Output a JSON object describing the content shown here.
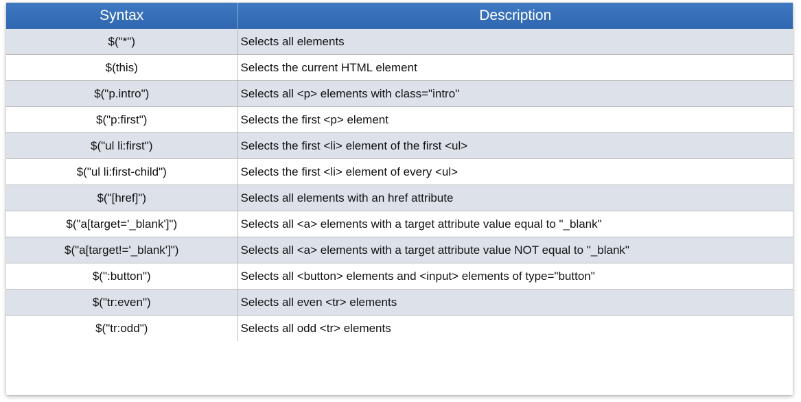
{
  "table": {
    "headers": [
      "Syntax",
      "Description"
    ],
    "rows": [
      [
        "$(\"*\")",
        "Selects all elements"
      ],
      [
        "$(this)",
        "Selects the current HTML element"
      ],
      [
        "$(\"p.intro\")",
        "Selects all <p> elements with class=\"intro\""
      ],
      [
        "$(\"p:first\")",
        "Selects the first <p> element"
      ],
      [
        "$(\"ul li:first\")",
        "Selects the first <li> element of the first <ul>"
      ],
      [
        "$(\"ul li:first-child\")",
        "Selects the first <li> element of every <ul>"
      ],
      [
        "$(\"[href]\")",
        "Selects all elements with an href attribute"
      ],
      [
        "$(\"a[target='_blank']\")",
        "Selects all <a> elements with a target attribute value equal to \"_blank\""
      ],
      [
        "$(\"a[target!='_blank']\")",
        "Selects all <a> elements with a target attribute value NOT equal to \"_blank\""
      ],
      [
        "$(\":button\")",
        "Selects all <button> elements and <input> elements of type=\"button\""
      ],
      [
        "$(\"tr:even\")",
        "Selects all even <tr> elements"
      ],
      [
        "$(\"tr:odd\")",
        "Selects all odd <tr> elements"
      ]
    ]
  },
  "colors": {
    "header_bg": "#3570b8",
    "header_text": "#ffffff",
    "stripe_row": "#dde2ea",
    "plain_row": "#ffffff",
    "grid_line": "#b9b9b9"
  }
}
